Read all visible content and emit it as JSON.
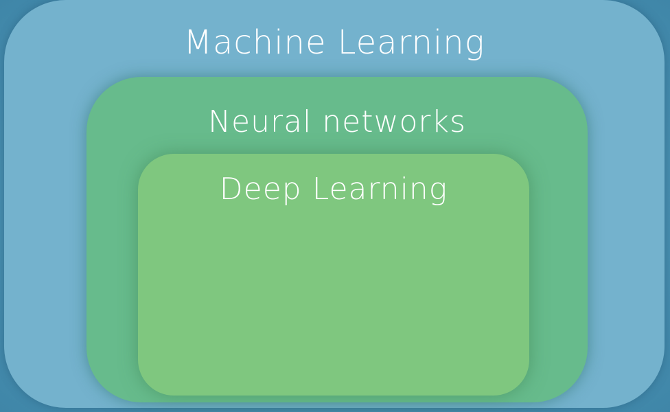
{
  "diagram": {
    "outer": {
      "label": "Machine Learning",
      "color": "#74b2cd"
    },
    "middle": {
      "label": "Neural networks",
      "color": "#67bb8c"
    },
    "inner": {
      "label": "Deep Learning",
      "color": "#7fc77f"
    }
  }
}
